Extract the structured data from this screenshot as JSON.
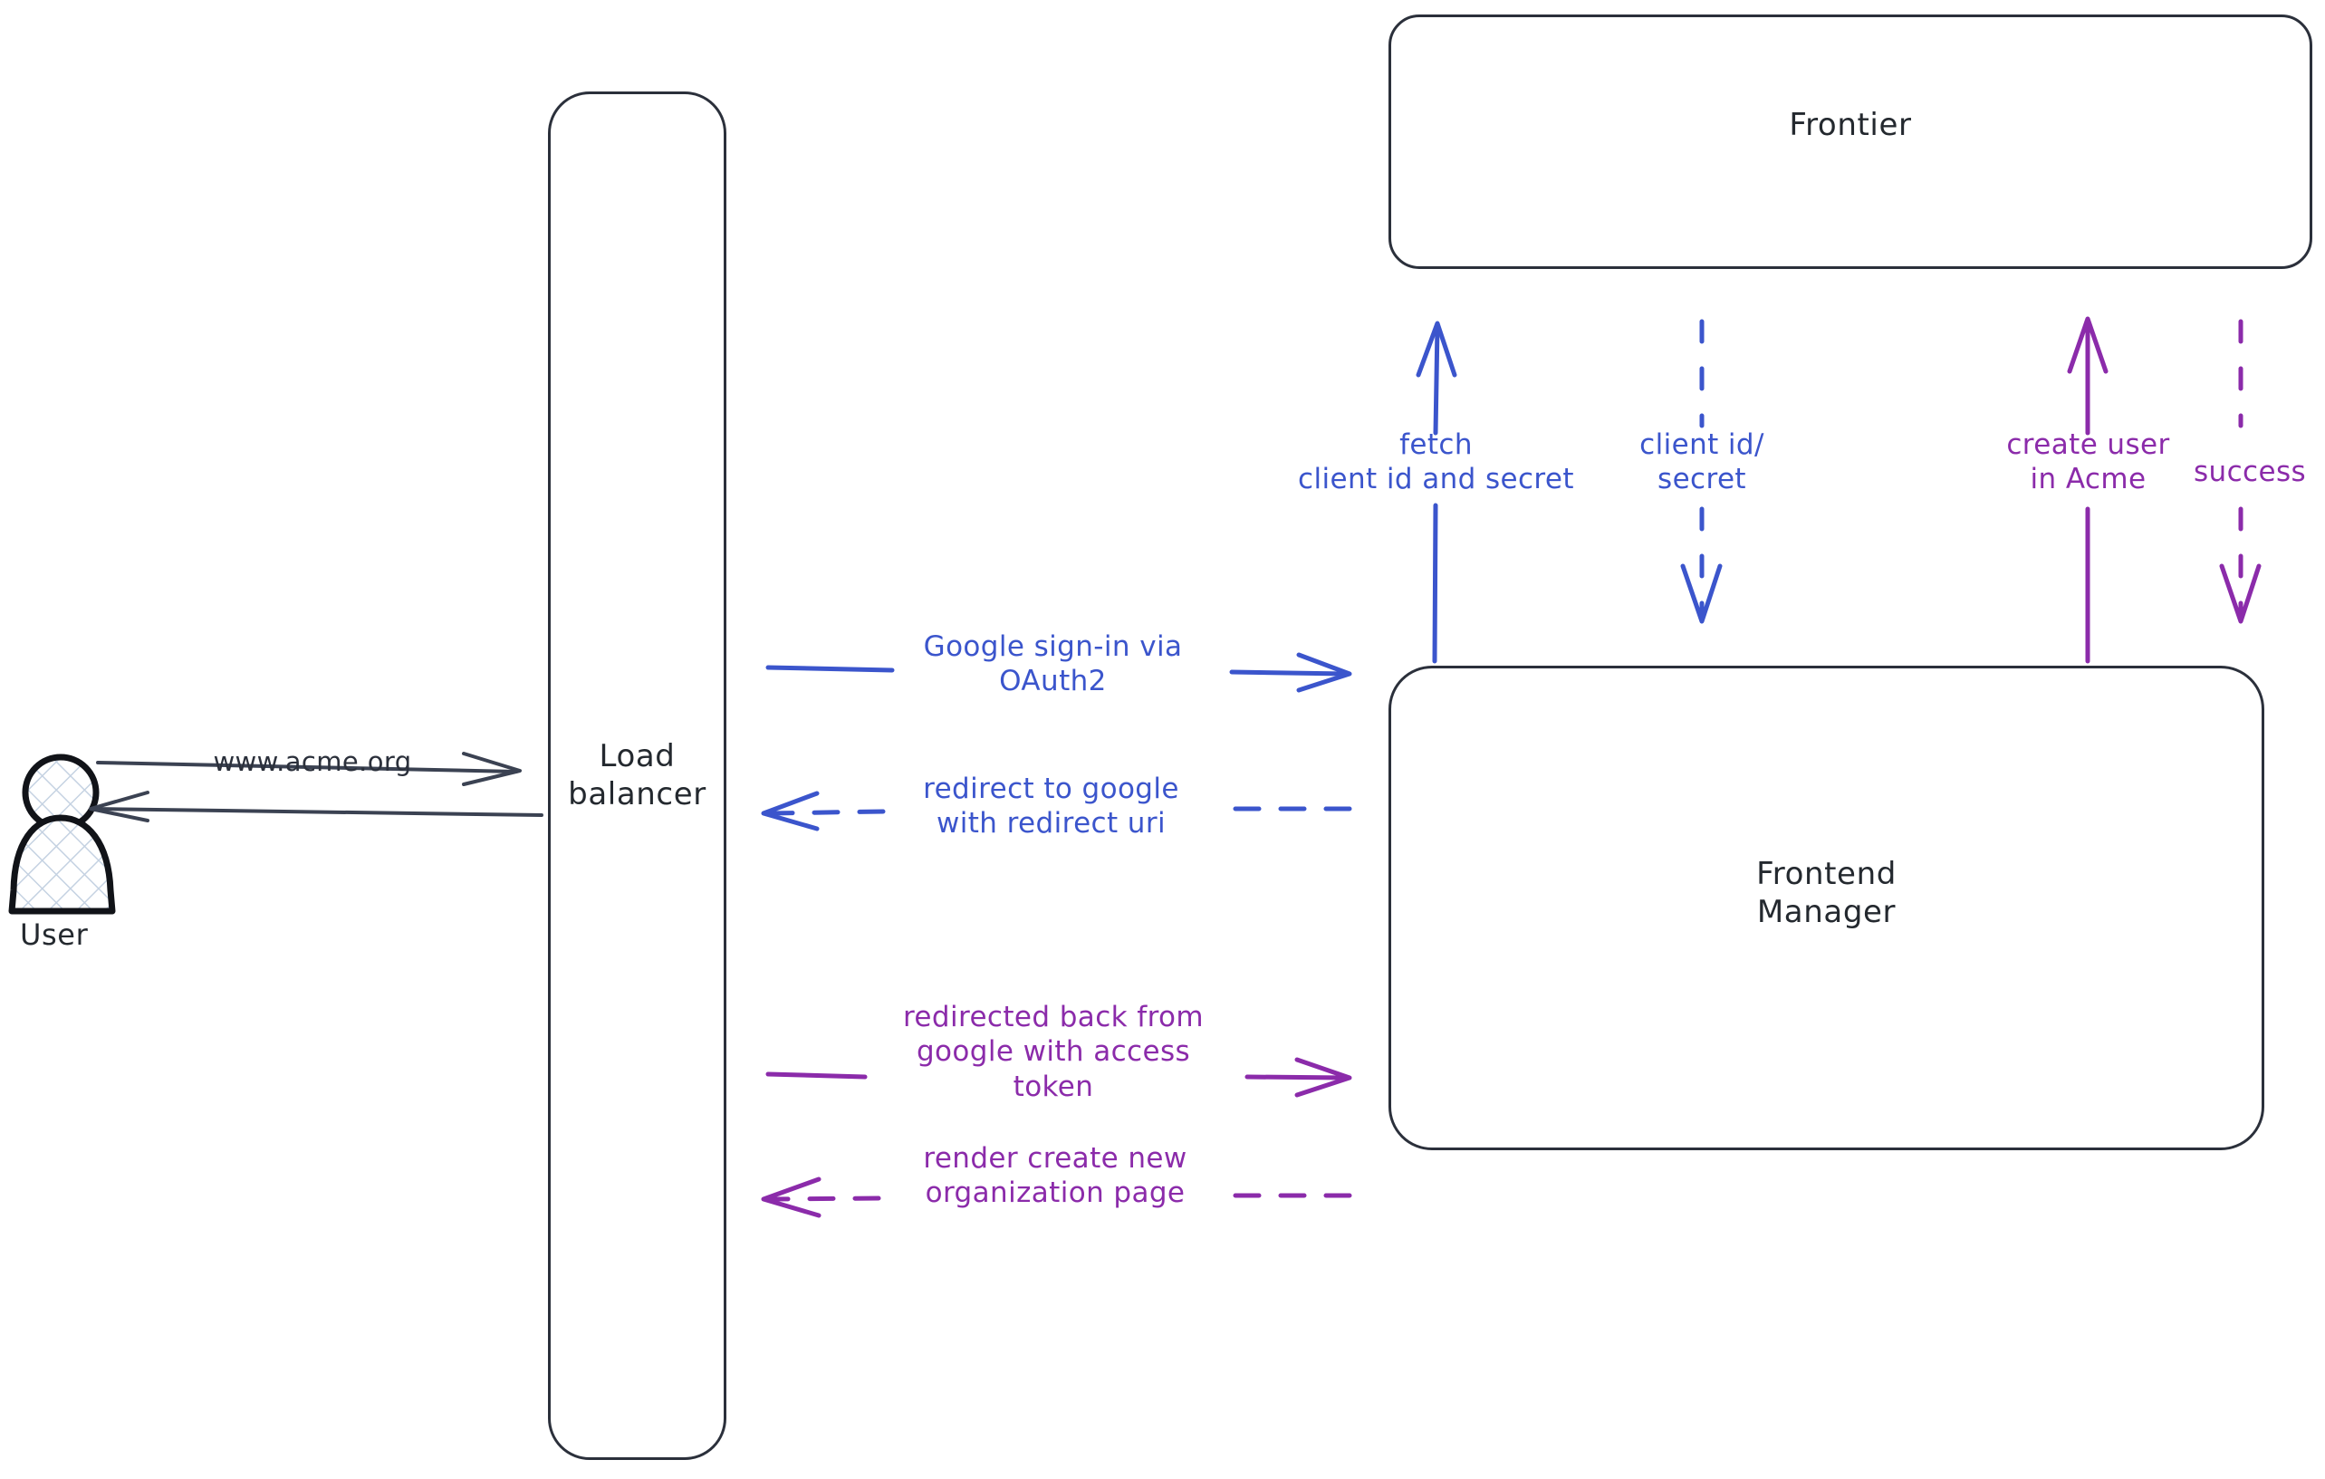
{
  "diagram": {
    "title": "Google OAuth2 sign-in sequence",
    "background": "#ffffff",
    "colors": {
      "stroke_dark": "#2b303b",
      "blue": "#3b55cc",
      "purple": "#8b2baa",
      "actor_fill": "#c9d4e3"
    }
  },
  "actors": {
    "user": {
      "label": "User",
      "icon": "person-icon"
    }
  },
  "nodes": [
    {
      "id": "load-balancer",
      "label": "Load\nbalancer"
    },
    {
      "id": "frontier",
      "label": "Frontier"
    },
    {
      "id": "frontend-manager",
      "label": "Frontend\nManager"
    }
  ],
  "edges": [
    {
      "id": "user-to-lb",
      "label": "www.acme.org",
      "color": "#2b303b",
      "style": "solid",
      "direction": "right",
      "from": "user",
      "to": "load-balancer"
    },
    {
      "id": "lb-to-user",
      "label": "",
      "color": "#2b303b",
      "style": "solid",
      "direction": "left",
      "from": "load-balancer",
      "to": "user"
    },
    {
      "id": "lb-to-fm-signin",
      "label": "Google sign-in via\nOAuth2",
      "color": "#3b55cc",
      "style": "solid",
      "direction": "right",
      "from": "load-balancer",
      "to": "frontend-manager"
    },
    {
      "id": "fm-to-lb-redirect",
      "label": "redirect to google\nwith redirect uri",
      "color": "#3b55cc",
      "style": "dashed",
      "direction": "left",
      "from": "frontend-manager",
      "to": "load-balancer"
    },
    {
      "id": "lb-to-fm-token",
      "label": "redirected back from\ngoogle with access\ntoken",
      "color": "#8b2baa",
      "style": "solid",
      "direction": "right",
      "from": "load-balancer",
      "to": "frontend-manager"
    },
    {
      "id": "fm-to-lb-render",
      "label": "render create new\norganization page",
      "color": "#8b2baa",
      "style": "dashed",
      "direction": "left",
      "from": "frontend-manager",
      "to": "load-balancer"
    },
    {
      "id": "fm-to-frontier-fetch",
      "label": "fetch\nclient id and secret",
      "color": "#3b55cc",
      "style": "solid",
      "direction": "up",
      "from": "frontend-manager",
      "to": "frontier"
    },
    {
      "id": "frontier-to-fm-creds",
      "label": "client id/\nsecret",
      "color": "#3b55cc",
      "style": "dashed",
      "direction": "down",
      "from": "frontier",
      "to": "frontend-manager"
    },
    {
      "id": "fm-to-frontier-create-user",
      "label": "create user\nin Acme",
      "color": "#8b2baa",
      "style": "solid",
      "direction": "up",
      "from": "frontend-manager",
      "to": "frontier"
    },
    {
      "id": "frontier-to-fm-success",
      "label": "success",
      "color": "#8b2baa",
      "style": "dashed",
      "direction": "down",
      "from": "frontier",
      "to": "frontend-manager"
    }
  ]
}
